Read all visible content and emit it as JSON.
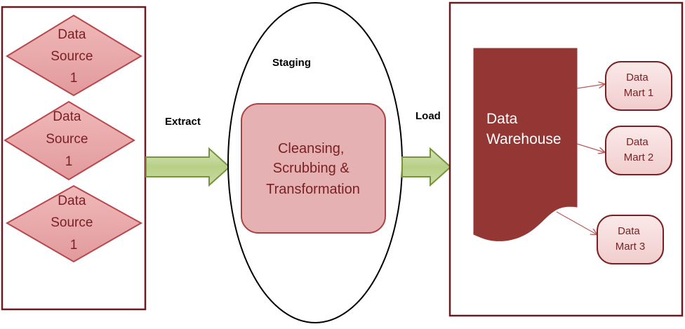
{
  "sources": [
    {
      "lines": [
        "Data",
        "Source",
        "1"
      ]
    },
    {
      "lines": [
        "Data",
        "Source",
        "1"
      ]
    },
    {
      "lines": [
        "Data",
        "Source",
        "1"
      ]
    }
  ],
  "labels": {
    "extract": "Extract",
    "staging": "Staging",
    "load": "Load"
  },
  "staging_process": {
    "lines": [
      "Cleansing,",
      "Scrubbing &",
      "Transformation"
    ]
  },
  "warehouse": {
    "lines": [
      "Data",
      "Warehouse"
    ]
  },
  "marts": [
    {
      "lines": [
        "Data",
        "Mart 1"
      ]
    },
    {
      "lines": [
        "Data",
        "Mart 2"
      ]
    },
    {
      "lines": [
        "Data",
        "Mart 3"
      ]
    }
  ],
  "colors": {
    "frame": "#6b1a1f",
    "shape_fill": "#e8a9aa",
    "shape_stroke": "#b8474b",
    "warehouse_fill": "#943634",
    "arrow_fill": "#c3d69b",
    "arrow_stroke": "#77933c"
  }
}
